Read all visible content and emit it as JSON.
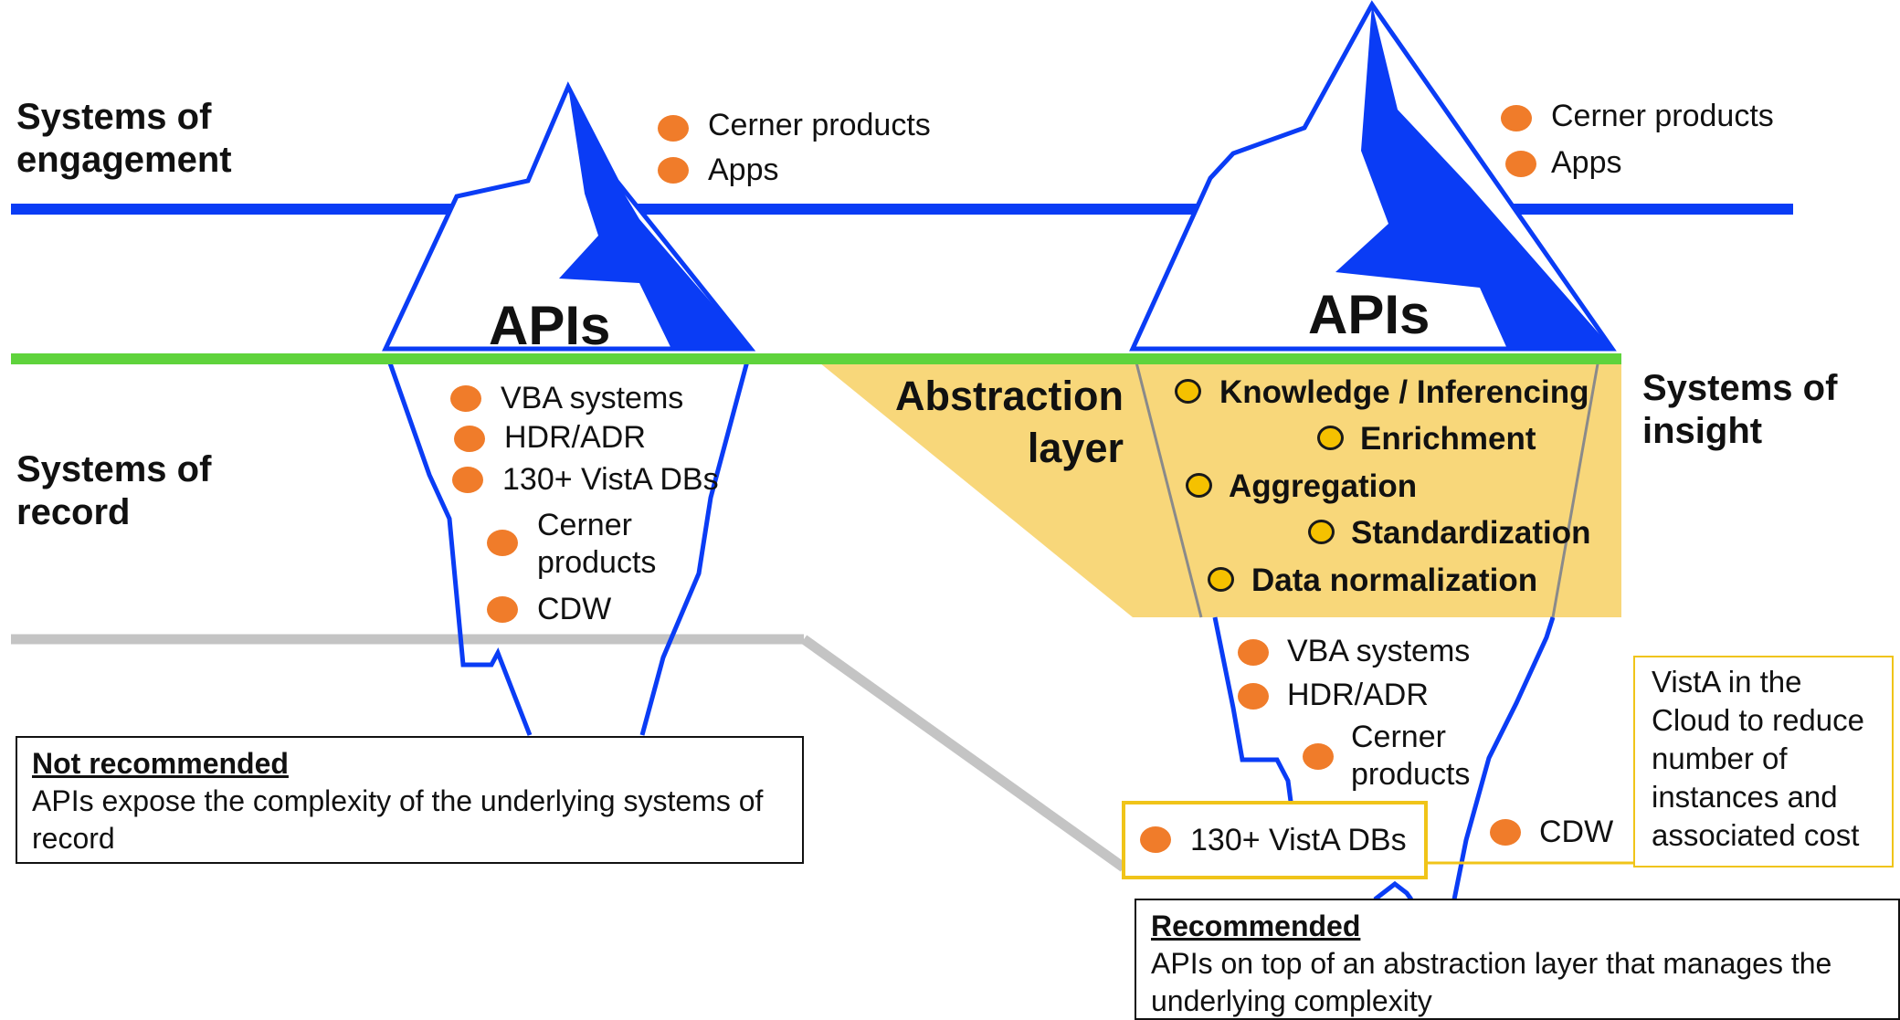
{
  "left": {
    "engagement_items": [
      "Cerner products",
      "Apps"
    ],
    "apis_label": "APIs",
    "record_items": [
      "VBA systems",
      "HDR/ADR",
      "130+ VistA DBs",
      "Cerner products",
      "CDW"
    ],
    "box": {
      "title": "Not recommended",
      "text": "APIs expose the complexity of the underlying systems of record"
    }
  },
  "right": {
    "engagement_items": [
      "Cerner products",
      "Apps"
    ],
    "apis_label": "APIs",
    "abstraction_label": "Abstraction layer",
    "insight_label": "Systems of insight",
    "abstraction_steps": [
      "Knowledge / Inferencing",
      "Enrichment",
      "Aggregation",
      "Standardization",
      "Data normalization"
    ],
    "record_items": [
      "VBA systems",
      "HDR/ADR",
      "Cerner products",
      "130+ VistA DBs",
      "CDW"
    ],
    "note": "VistA in the Cloud to reduce number of instances and associated cost",
    "box": {
      "title": "Recommended",
      "text": "APIs on top of an abstraction layer that manages the underlying complexity"
    }
  },
  "layers": {
    "engagement": "Systems of engagement",
    "record": "Systems of record"
  },
  "colors": {
    "iceberg_blue": "#0a3cf5",
    "waterline_green": "#5fd33c",
    "divider_gray": "#c4c4c4",
    "abstraction_fill": "#f8d77a",
    "bullet_orange": "#f07c2a",
    "bullet_yellow": "#f5c100",
    "highlight_gold": "#f0c419"
  }
}
